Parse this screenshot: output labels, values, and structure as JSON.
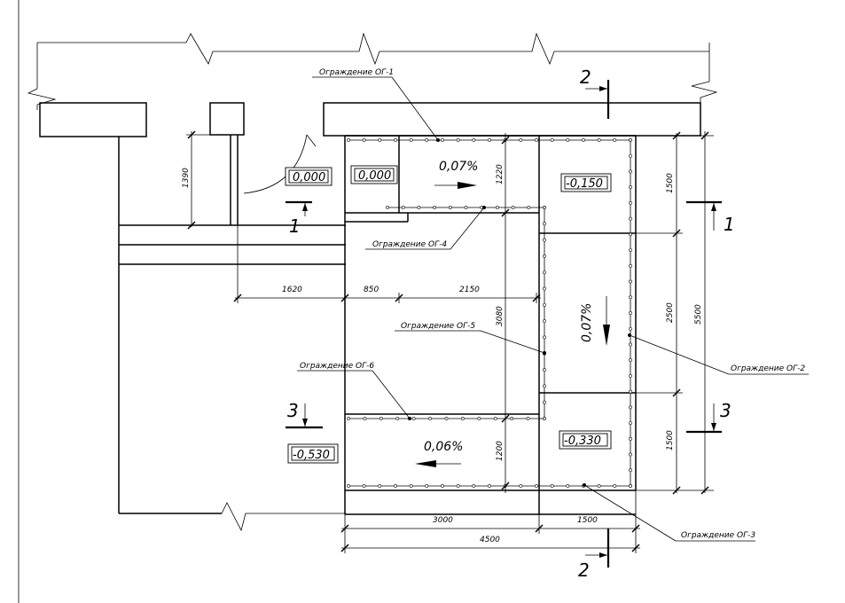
{
  "levels": {
    "corridor": "0,000",
    "room_a": "0,000",
    "room_b": "-0,150",
    "room_c": "-0,330",
    "outside": "-0,530"
  },
  "slopes": {
    "top": "0,07%",
    "right": "0,07%",
    "bottom": "0,06%"
  },
  "sections": {
    "s1_right": "1",
    "s1_left": "1",
    "s2_top": "2",
    "s2_bottom": "2",
    "s3_left": "3",
    "s3_right": "3"
  },
  "callouts": {
    "og1": "Ограждение ОГ-1",
    "og2": "Ограждение ОГ-2",
    "og3": "Ограждение ОГ-3",
    "og4": "Ограждение ОГ-4",
    "og5": "Ограждение ОГ-5",
    "og6": "Ограждение ОГ-6"
  },
  "dimensions": {
    "d1620": "1620",
    "d850": "850",
    "d2150": "2150",
    "d1390": "1390",
    "d1220": "1220",
    "d3080": "3080",
    "d1200": "1200",
    "d1500_top": "1500",
    "d2500": "2500",
    "d1500_bot": "1500",
    "d5500": "5500",
    "d3000": "3000",
    "d1500_h": "1500",
    "d4500": "4500"
  }
}
